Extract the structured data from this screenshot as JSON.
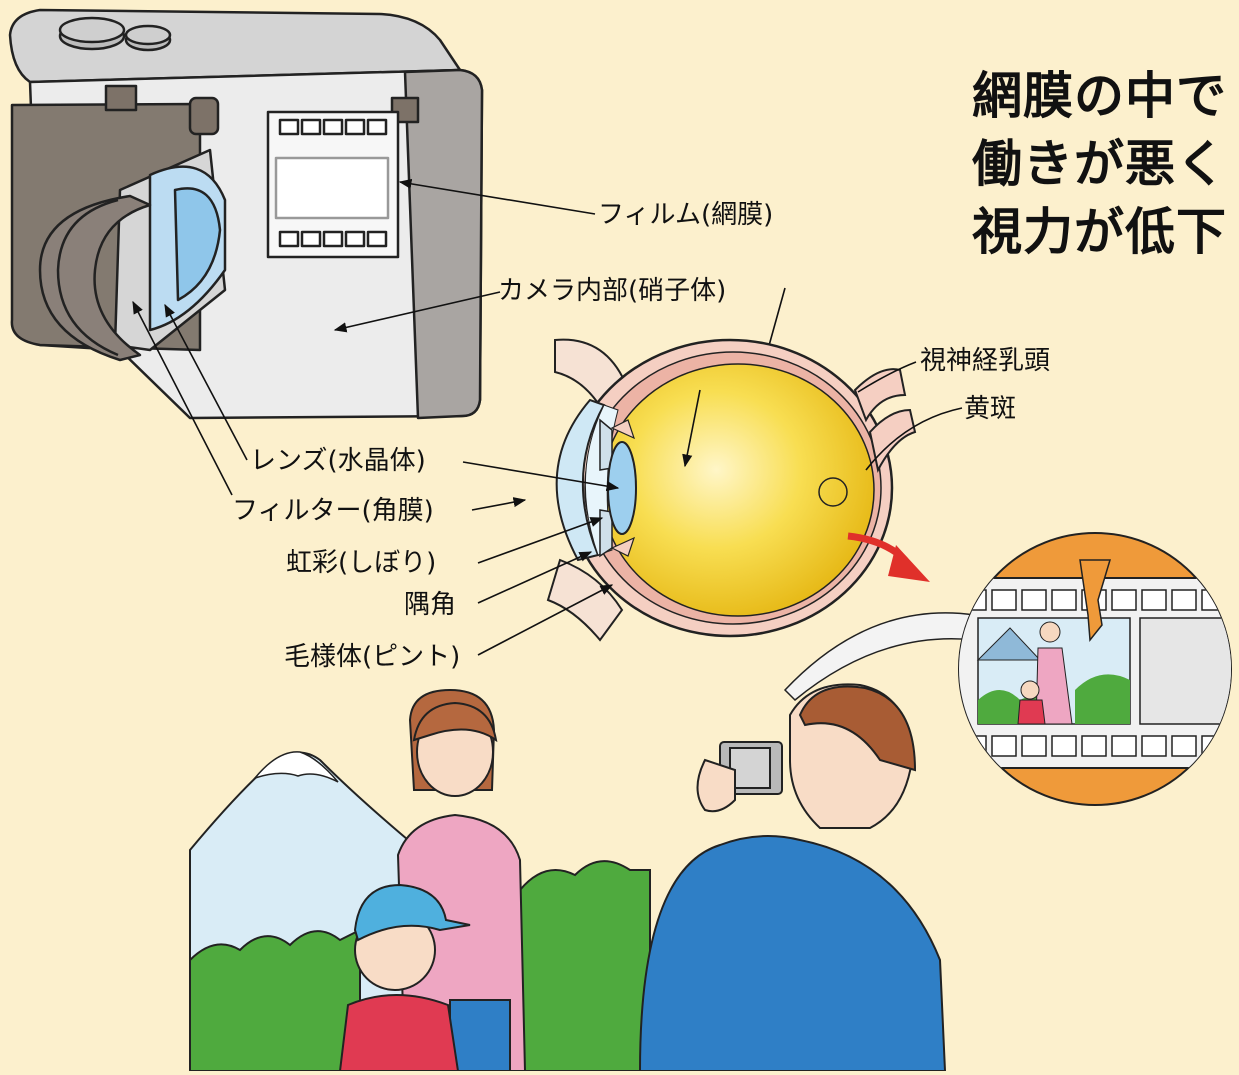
{
  "heading": {
    "lines": [
      "網膜の中で",
      "働きが悪く",
      "視力が低下"
    ]
  },
  "camera_labels": {
    "film": "フィルム(網膜)",
    "camera_interior": "カメラ内部(硝子体)"
  },
  "eye_labels": {
    "optic_disc": "視神経乳頭",
    "macula": "黄斑",
    "lens": "レンズ(水晶体)",
    "filter": "フィルター(角膜)",
    "iris": "虹彩(しぼり)",
    "angle": "隅角",
    "ciliary": "毛様体(ピント)"
  },
  "colors": {
    "background": "#fcf0cd",
    "vitreous": "#f6d23a",
    "arrow_red": "#e0302a",
    "bubble_orange": "#ef9a3a",
    "man_shirt": "#2f7fc6",
    "woman_shirt": "#eea6c2",
    "child_shirt": "#e03a52"
  }
}
